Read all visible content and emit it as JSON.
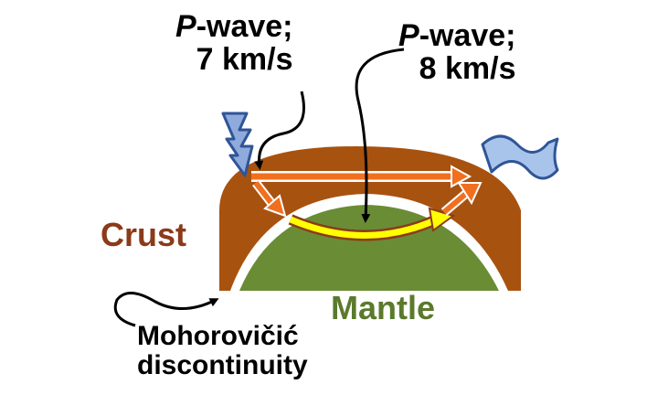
{
  "labels": {
    "p_wave_crust": {
      "wave_letter": "P",
      "wave_rest": "-wave;",
      "speed": "7 km/s"
    },
    "p_wave_mantle": {
      "wave_letter": "P",
      "wave_rest": "-wave;",
      "speed": "8 km/s"
    },
    "crust": "Crust",
    "mantle": "Mantle",
    "moho_line1": "Mohorovičić",
    "moho_line2": "discontinuity"
  },
  "colors": {
    "crust": "#8B3A1A",
    "crust_fill": "#A85210",
    "mantle": "#5A7A2C",
    "mantle_fill": "#6A8C35",
    "arrow_crust": "#F07020",
    "arrow_mantle": "#FFFF00",
    "lightning": "#8FAADC",
    "seismogram": "#A9C4EB"
  },
  "icons": {
    "source": "lightning-bolt-icon",
    "receiver": "seismogram-flag-icon"
  }
}
